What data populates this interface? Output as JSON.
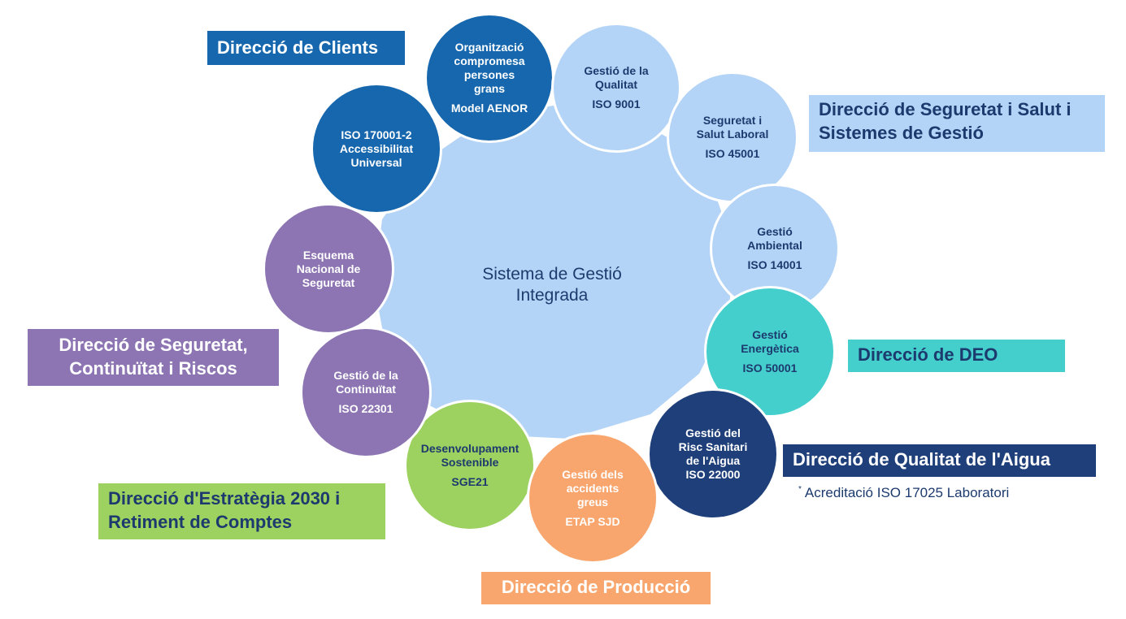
{
  "center": {
    "line1": "Sistema de Gestió",
    "line2": "Integrada"
  },
  "circles": {
    "aenor": {
      "lines": [
        "Organització",
        "compromesa",
        "persones",
        "grans"
      ],
      "std": "Model AENOR"
    },
    "qualitat": {
      "lines": [
        "Gestió de la",
        "Qualitat"
      ],
      "std": "ISO 9001"
    },
    "seguretat": {
      "lines": [
        "Seguretat i",
        "Salut Laboral"
      ],
      "std": "ISO 45001"
    },
    "ambiental": {
      "lines": [
        "Gestió",
        "Ambiental"
      ],
      "std": "ISO 14001"
    },
    "energetica": {
      "lines": [
        "Gestió",
        "Energètica"
      ],
      "std": "ISO 50001"
    },
    "sanitari": {
      "lines": [
        "Gestió del",
        "Risc Sanitari",
        "de l'Aigua"
      ],
      "std": "ISO 22000"
    },
    "accidents": {
      "lines": [
        "Gestió dels",
        "accidents",
        "greus"
      ],
      "std": "ETAP SJD"
    },
    "sostenible": {
      "lines": [
        "Desenvolupament",
        "Sostenible"
      ],
      "std": "SGE21"
    },
    "continuitat": {
      "lines": [
        "Gestió de la",
        "Continuïtat"
      ],
      "std": "ISO 22301"
    },
    "ens": {
      "lines": [
        "Esquema",
        "Nacional de",
        "Seguretat"
      ]
    },
    "accessibilitat": {
      "lines": [
        "ISO 170001-2",
        "Accessibilitat",
        "Universal"
      ]
    }
  },
  "labels": {
    "clients": "Direcció de Clients",
    "seguretat_salut": [
      "Direcció de Seguretat i Salut i",
      "Sistemes de Gestió"
    ],
    "deo": "Direcció de DEO",
    "qualitat_aigua": "Direcció de Qualitat de l'Aigua",
    "seguretat_riscos": [
      "Direcció de Seguretat,",
      "Continuïtat i Riscos"
    ],
    "estrategia": [
      "Direcció d'Estratègia 2030 i",
      "Retiment de Comptes"
    ],
    "produccio": "Direcció de Producció"
  },
  "note": {
    "mark": "*",
    "text": "Acreditació ISO 17025 Laboratori"
  },
  "colors": {
    "dark_blue": "#1667ad",
    "light_blue": "#b4d4f7",
    "purple": "#8c75b2",
    "teal": "#45cfcc",
    "navy": "#1e3f7a",
    "green": "#9dd160",
    "orange": "#f8a66e",
    "text_navy": "#1c3a6e"
  }
}
